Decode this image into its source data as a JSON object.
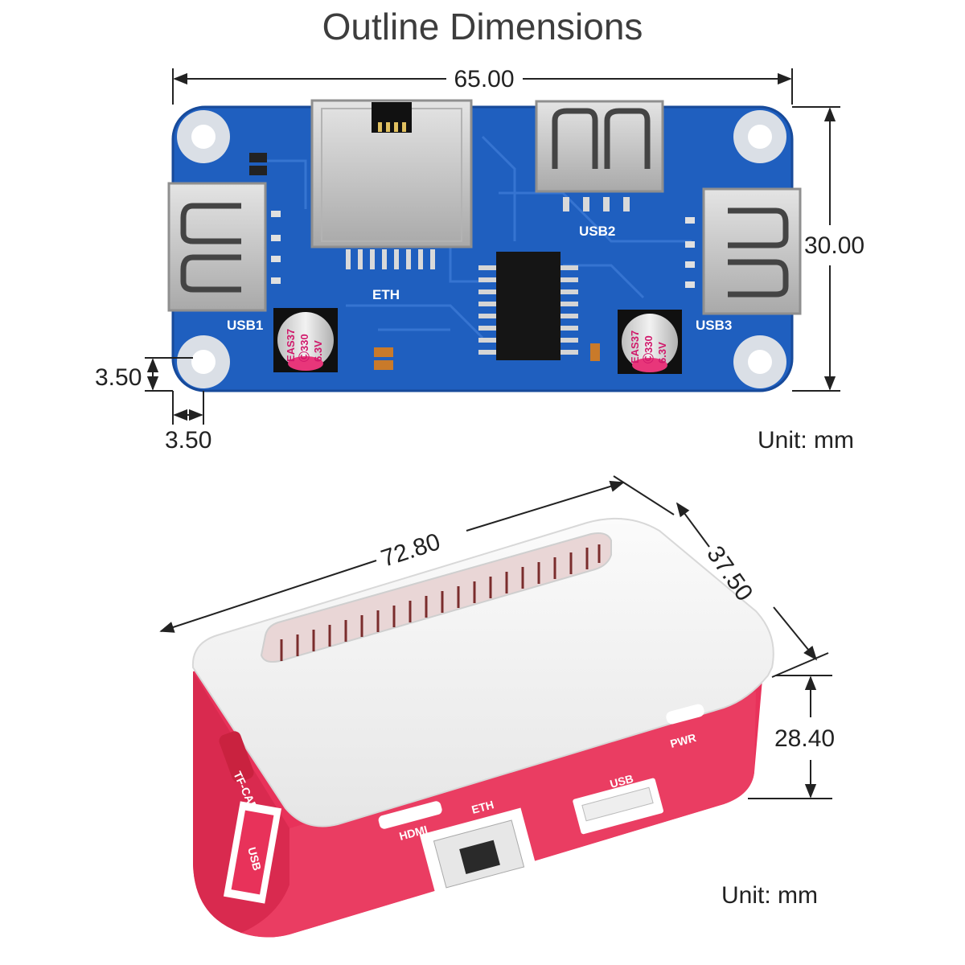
{
  "title": "Outline Dimensions",
  "top_view": {
    "dimensions": {
      "width": "65.00",
      "height": "30.00",
      "hole_offset_y": "3.50",
      "hole_offset_x": "3.50"
    },
    "silkscreen": {
      "eth": "ETH",
      "usb1": "USB1",
      "usb2": "USB2",
      "usb3": "USB3"
    },
    "capacitor_marking": [
      "EAS37",
      "Ⓒ330",
      "6.3V"
    ],
    "unit": "Unit: mm",
    "colors": {
      "pcb": "#1f5fbf",
      "pcb_edge": "#174a9a",
      "hole_ring": "#d9dde3",
      "metal": "#c9c9c9"
    }
  },
  "case_view": {
    "dimensions": {
      "length": "72.80",
      "depth": "37.50",
      "height": "28.40"
    },
    "port_labels": {
      "pwr": "PWR",
      "usb": "USB",
      "eth": "ETH",
      "hdmi": "HDMI",
      "tf_card": "TF-CARD",
      "usb_side": "USB"
    },
    "unit": "Unit: mm",
    "colors": {
      "case_top": "#f4f4f4",
      "case_body": "#e8325a",
      "case_shadow": "#c9223f",
      "pins": "#b54040"
    }
  }
}
